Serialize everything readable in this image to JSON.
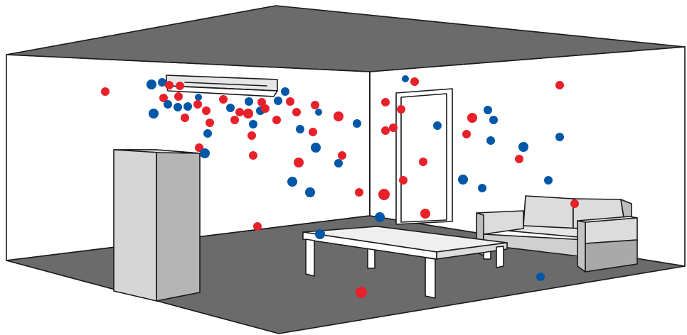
{
  "colors": {
    "ceiling": "#6b6b6b",
    "floor": "#6b6b6b",
    "wall": "#ffffff",
    "outline": "#1a1a1a",
    "cabinet_front": "#d6d6d6",
    "cabinet_side": "#b5b5b5",
    "table_top": "#efefef",
    "table_leg": "#ffffff",
    "sofa": "#dcdcdc",
    "sofa_side": "#a9a9a9",
    "ac_unit": "#e6e6e6",
    "particle_red": "#e8202a",
    "particle_blue": "#0057a8"
  },
  "objects": [
    "ceiling",
    "floor",
    "back-wall",
    "left-wall",
    "air-conditioner",
    "storage-cabinet",
    "door",
    "coffee-table",
    "sofa"
  ]
}
